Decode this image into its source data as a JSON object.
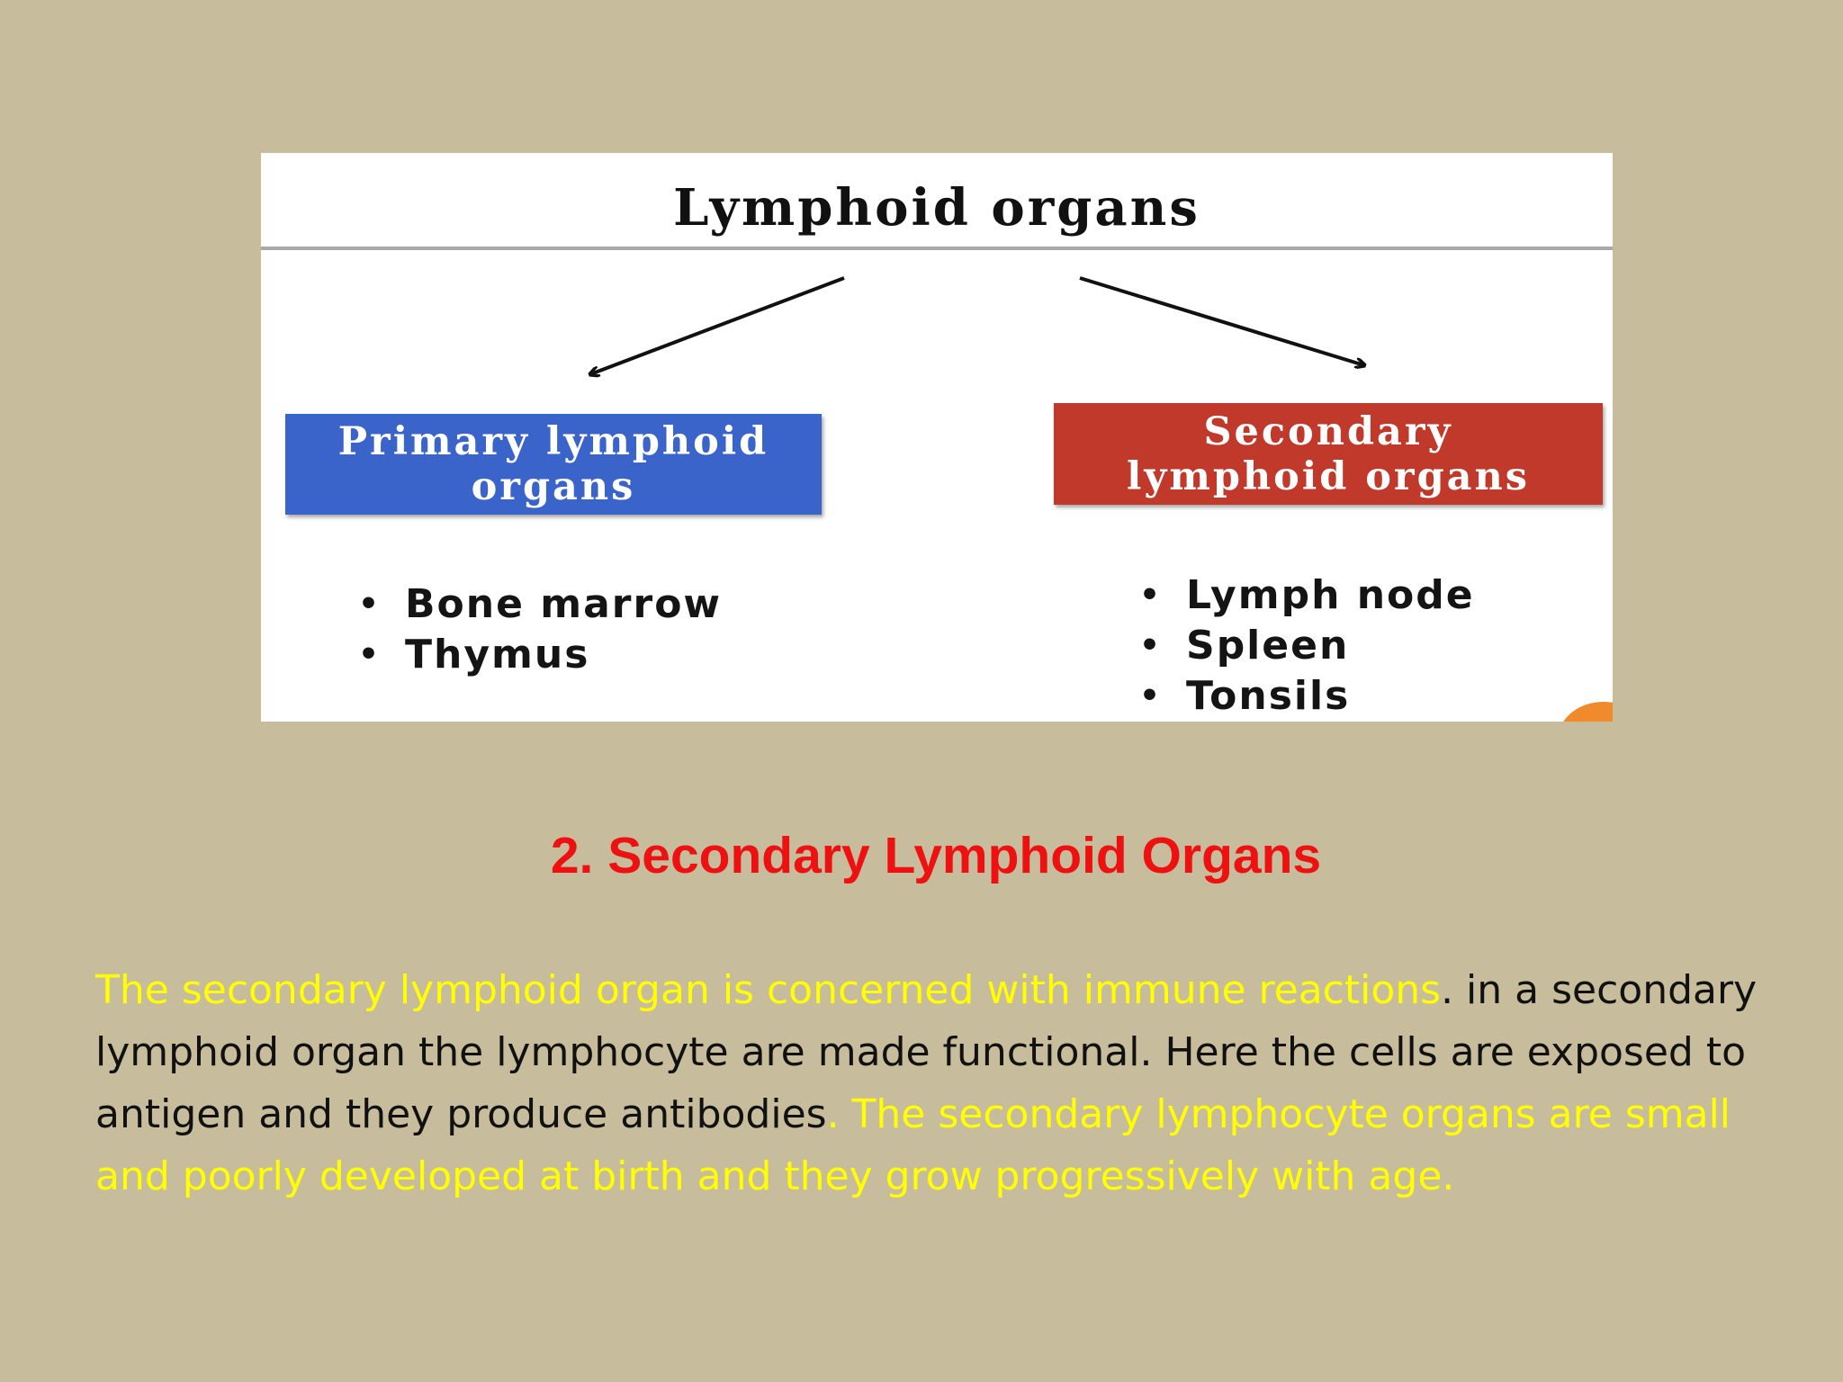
{
  "diagram": {
    "title": "Lymphoid organs",
    "primary_box": {
      "label_line1": "Primary lymphoid",
      "label_line2": "organs",
      "color": "#3a64c9",
      "items": [
        "Bone marrow",
        "Thymus"
      ]
    },
    "secondary_box": {
      "label_line1": "Secondary",
      "label_line2": "lymphoid organs",
      "color": "#c0392b",
      "items": [
        "Lymph node",
        "Spleen",
        "Tonsils"
      ]
    },
    "bullet": "•"
  },
  "heading": "2. Secondary Lymphoid Organs",
  "heading_color": "#ee1111",
  "paragraph": {
    "segment1": "The secondary lymphoid organ is concerned with immune reactions",
    "segment2": ". in a secondary lymphoid organ the lymphocyte are made functional. Here the cells are exposed to antigen and they produce antibodies",
    "segment3": ". The secondary lymphocyte organs are small and poorly developed at birth and they grow progressively with age.",
    "highlight_color": "#ffff00",
    "text_color": "#111111"
  },
  "background_color": "#c7bd9c"
}
